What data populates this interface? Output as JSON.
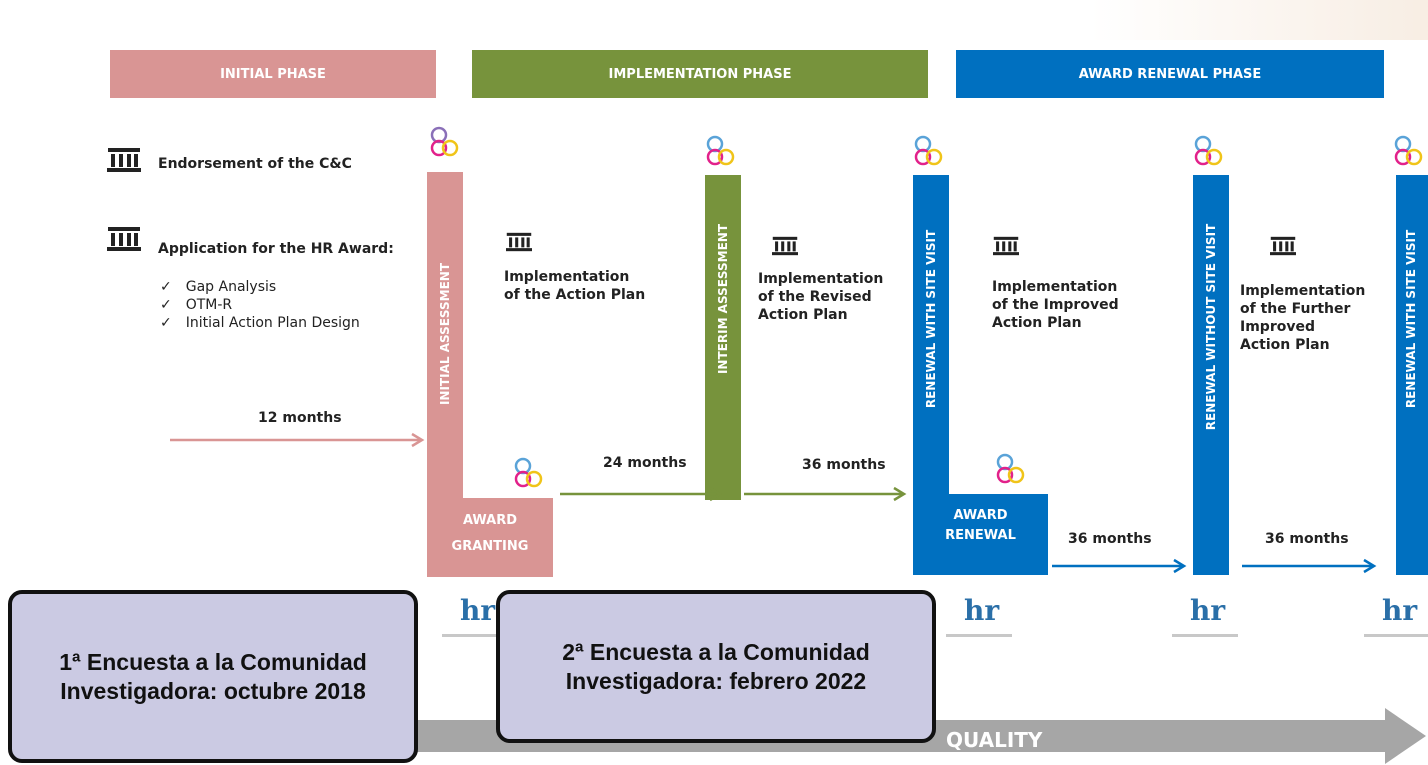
{
  "phases": {
    "initial": "INITIAL PHASE",
    "implementation": "IMPLEMENTATION PHASE",
    "renewal": "AWARD RENEWAL PHASE"
  },
  "left": {
    "endorsement": "Endorsement of the C&C",
    "application": "Application for the HR Award:",
    "checklist": [
      "Gap Analysis",
      "OTM-R",
      "Initial Action Plan Design"
    ],
    "months": "12 months"
  },
  "bars": {
    "initial_assessment": "INITIAL ASSESSMENT",
    "interim_assessment": "INTERIM ASSESSMENT",
    "renewal_site_visit": "RENEWAL WITH  SITE VISIT",
    "renewal_without": "RENEWAL WITHOUT  SITE VISIT",
    "renewal_site_visit_2": "RENEWAL WITH  SITE VISIT"
  },
  "steps": {
    "impl_1": [
      "Implementation",
      "of the Action Plan"
    ],
    "impl_2": [
      "Implementation",
      "of the Revised",
      "Action Plan"
    ],
    "impl_3": [
      "Implementation",
      "of the Improved",
      "Action Plan"
    ],
    "impl_4": [
      "Implementation",
      "of the Further",
      "Improved",
      "Action Plan"
    ]
  },
  "durations": {
    "m24": "24 months",
    "m36a": "36 months",
    "m36b": "36 months",
    "m36c": "36 months"
  },
  "awards": {
    "granting": [
      "AWARD",
      "GRANTING"
    ],
    "renewal": [
      "AWARD",
      "RENEWAL"
    ]
  },
  "callouts": {
    "first": "1ª Encuesta a la Comunidad Investigadora: octubre 2018",
    "second": "2ª Encuesta a la Comunidad Investigadora: febrero 2022"
  },
  "bottom_arrow": "QUALITY",
  "hr_mark": "hr",
  "colors": {
    "initial": "#d99594",
    "implementation": "#77933c",
    "renewal": "#0070c0",
    "callout_bg": "#cbcae3"
  },
  "icons": [
    "institution-icon",
    "hr-award-symbol-icon",
    "hr-logo-icon",
    "checkmark-icon",
    "arrow-right-icon"
  ]
}
